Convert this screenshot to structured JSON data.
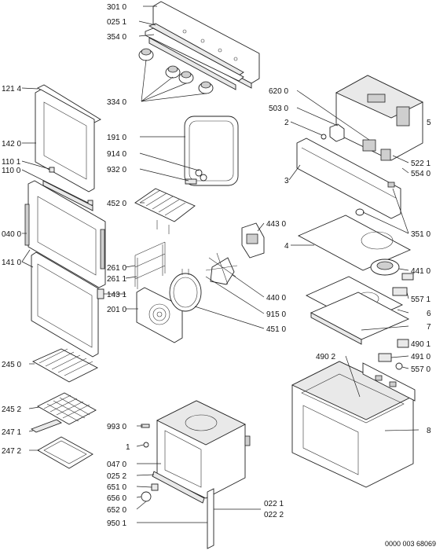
{
  "diagram": {
    "footer_code": "0000 003 68069",
    "labels": [
      "301 0",
      "025 1",
      "354 0",
      "334 0",
      "121 4",
      "142 0",
      "110 1",
      "110 0",
      "040 0",
      "141 0",
      "191 0",
      "914 0",
      "932 0",
      "452 0",
      "261 0",
      "261 1",
      "143 1",
      "201 0",
      "245 0",
      "245 2",
      "247 1",
      "247 2",
      "993 0",
      "1",
      "047 0",
      "025 2",
      "651 0",
      "656 0",
      "652 0",
      "950 1",
      "620 0",
      "503 0",
      "2",
      "5",
      "522 1",
      "554 0",
      "3",
      "351 0",
      "443 0",
      "440 0",
      "915 0",
      "451 0",
      "4",
      "441 0",
      "557 1",
      "6",
      "7",
      "490 1",
      "491 0",
      "490 2",
      "557 0",
      "8",
      "022 1",
      "022 2"
    ]
  }
}
